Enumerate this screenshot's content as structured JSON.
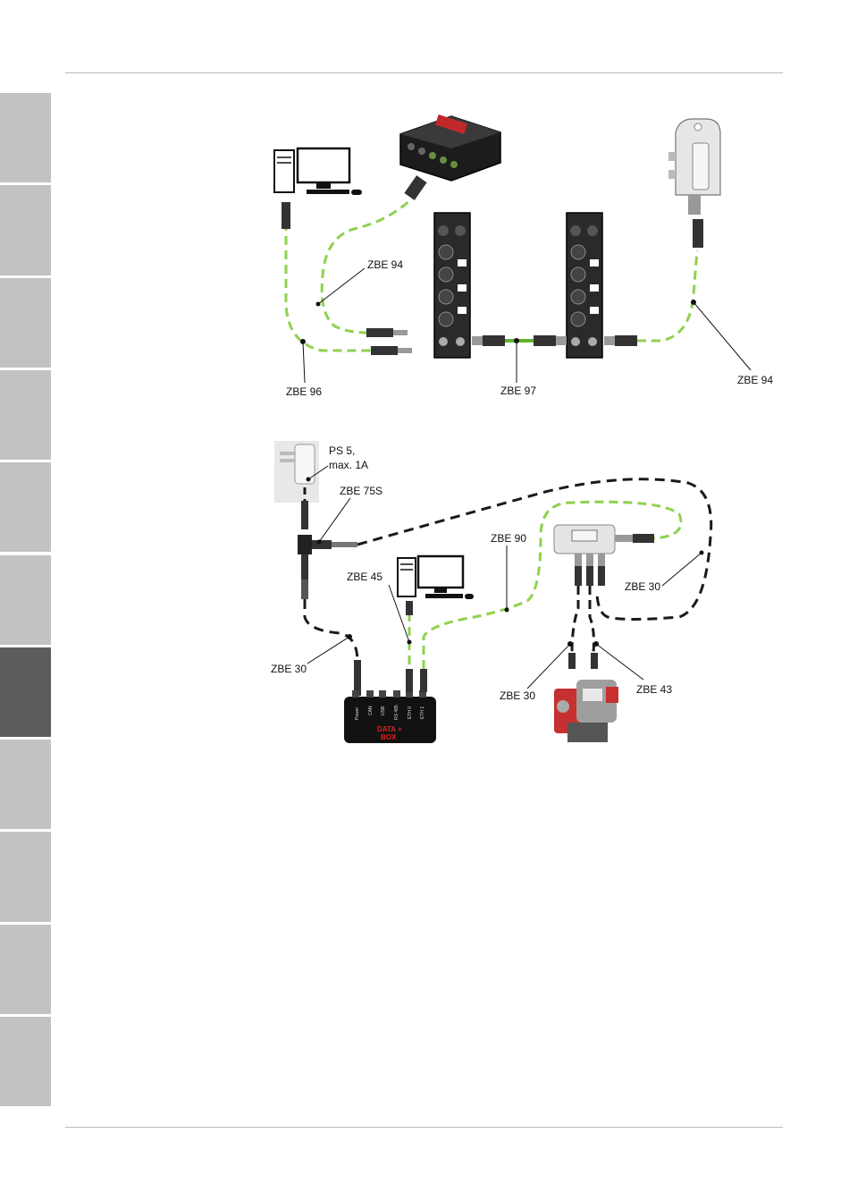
{
  "colors": {
    "page_bg": "#ffffff",
    "tab_inactive": "#c2c2c2",
    "tab_active": "#5c5c5c",
    "rule": "#b9b9b9",
    "green_cable": "#8fd14f",
    "black_cable": "#1a1a1a",
    "box_red_text": "#e02020"
  },
  "side_tabs": {
    "count": 11,
    "active_index": 6
  },
  "diagram1": {
    "labels": {
      "zbe94_a": "ZBE 94",
      "zbe96": "ZBE 96",
      "zbe97": "ZBE 97",
      "zbe94_b": "ZBE 94"
    }
  },
  "diagram2": {
    "labels": {
      "ps5_line1": "PS 5,",
      "ps5_line2": "max. 1A",
      "zbe75s": "ZBE 75S",
      "zbe90": "ZBE 90",
      "zbe45": "ZBE 45",
      "zbe30_right": "ZBE 30",
      "zbe30_left": "ZBE 30",
      "zbe30_bottom": "ZBE 30",
      "zbe43": "ZBE 43"
    },
    "box_ports": [
      "Power",
      "CAN",
      "USB",
      "RS 485",
      "ETH 0",
      "ETH 1"
    ],
    "box_name_line1": "DATA +",
    "box_name_line2": "BOX"
  }
}
